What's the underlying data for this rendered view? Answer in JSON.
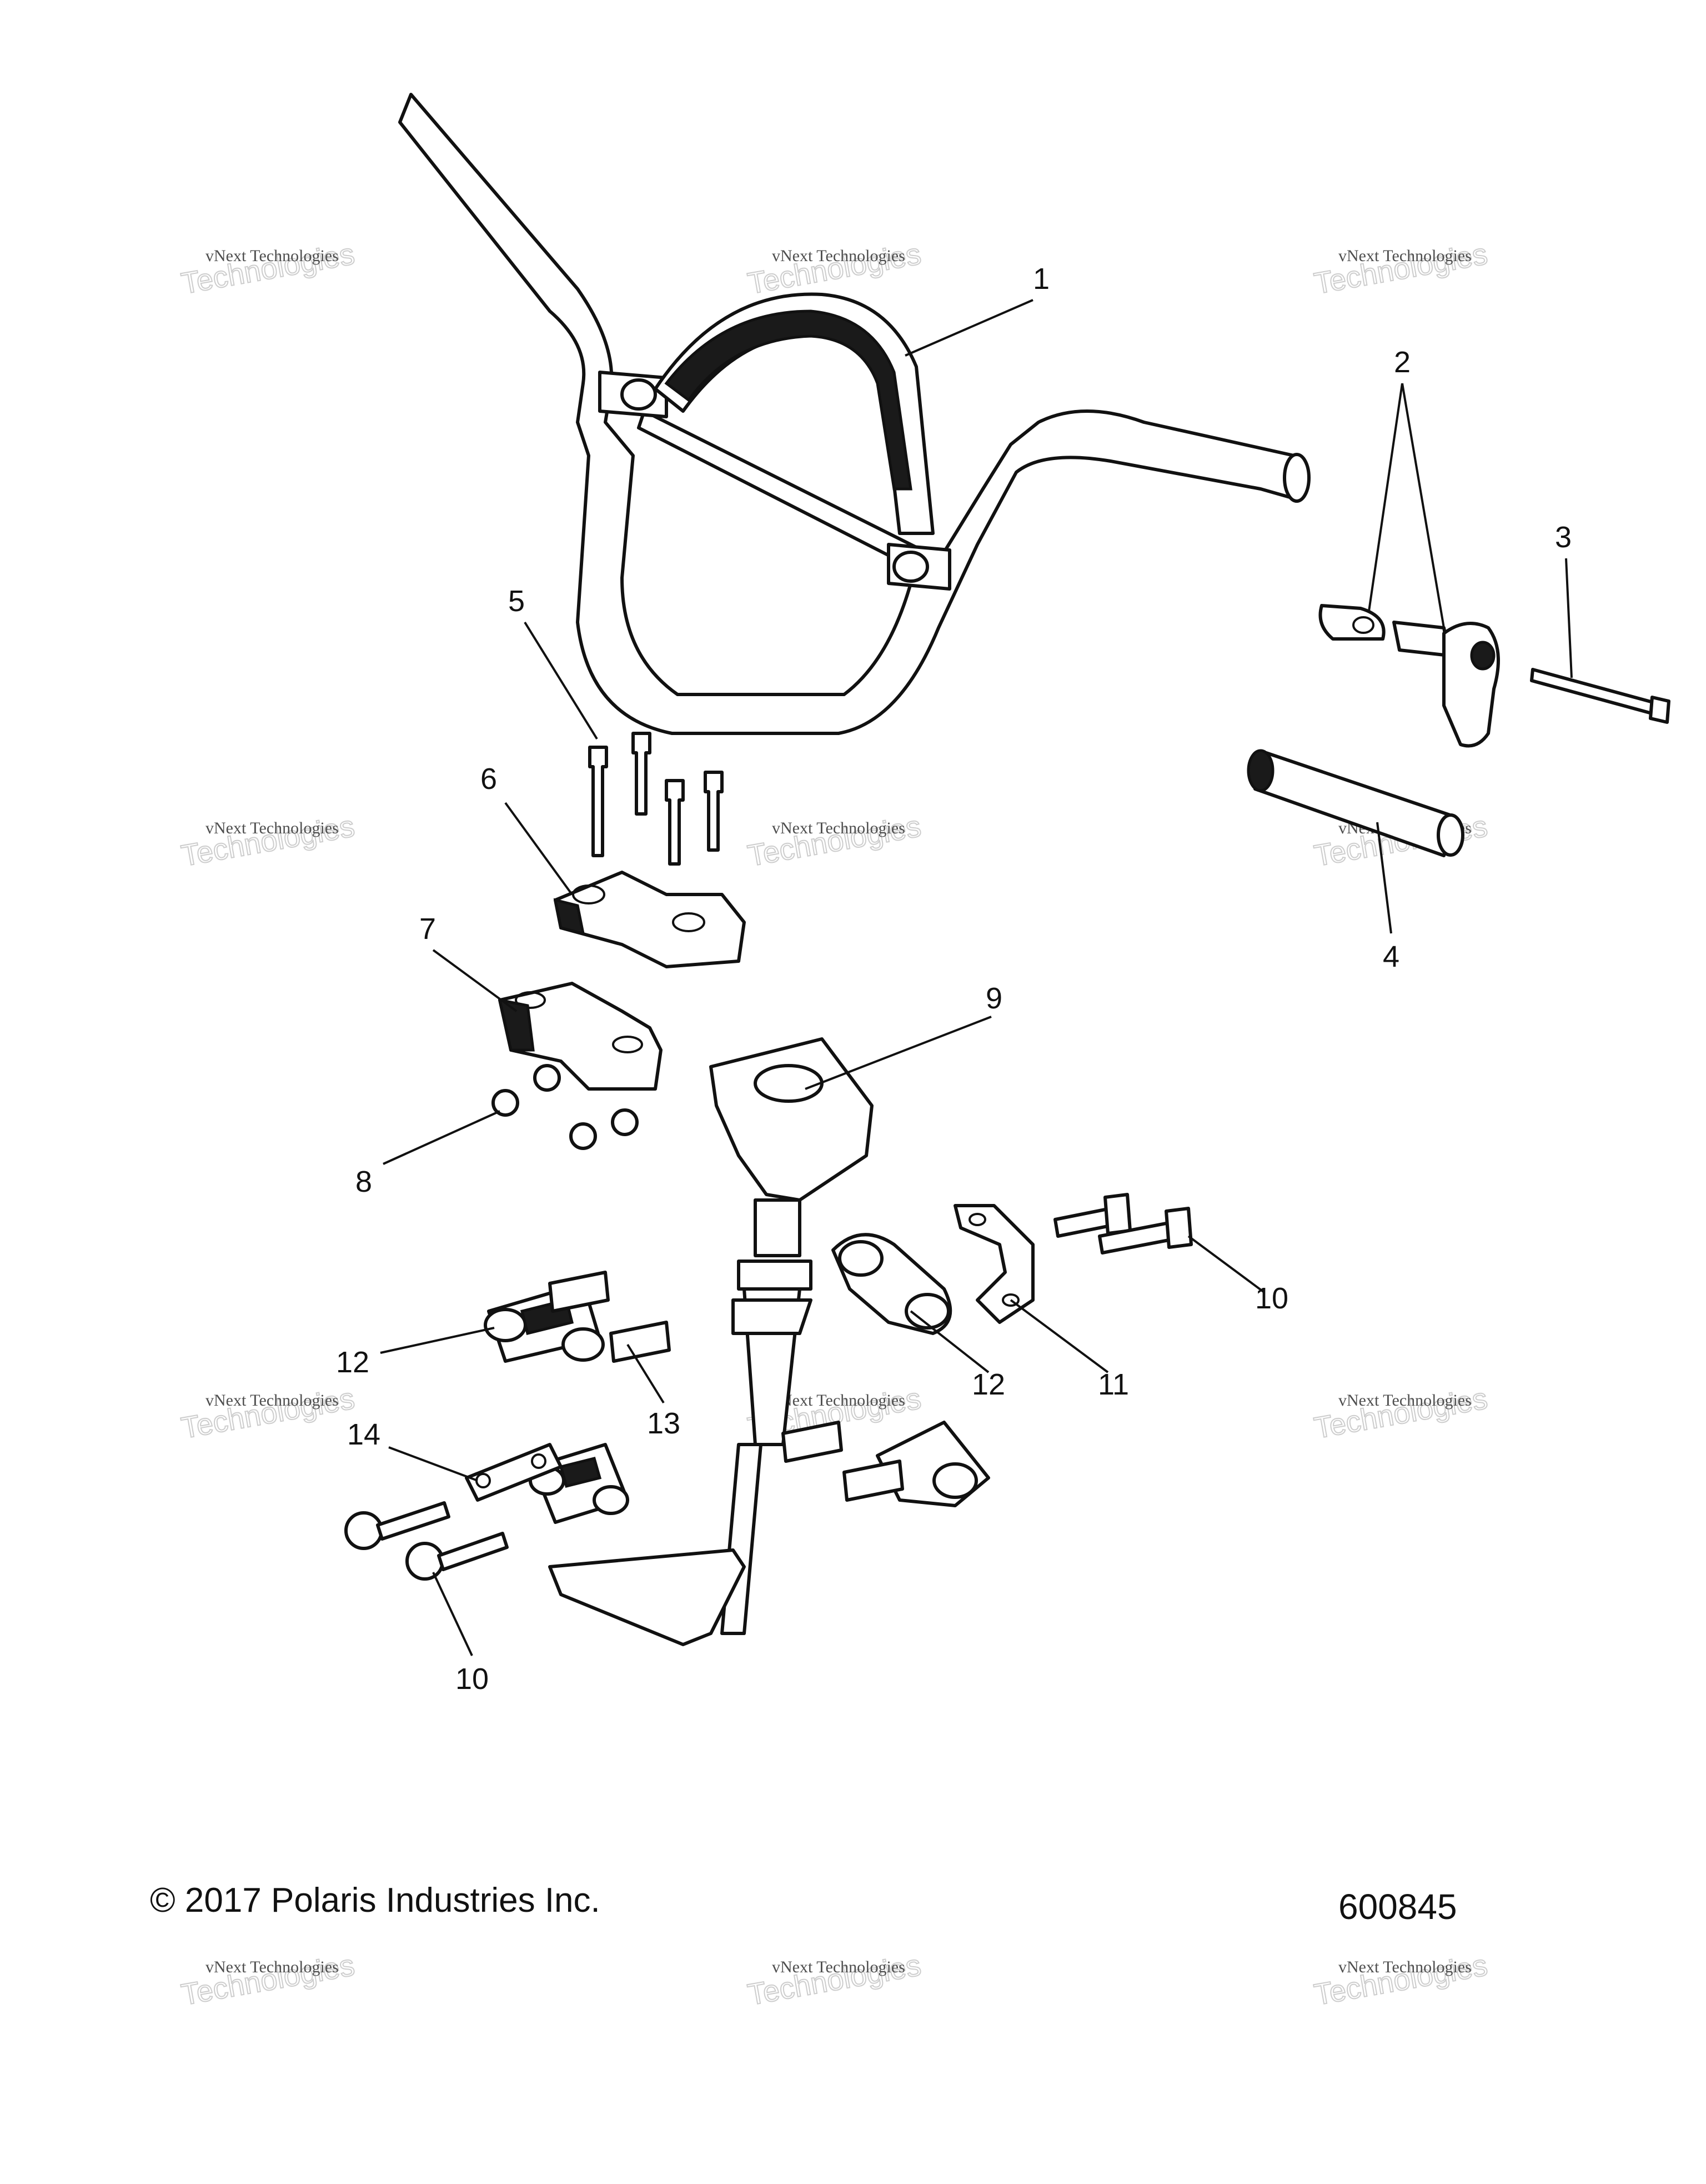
{
  "callouts": [
    "1",
    "2",
    "3",
    "4",
    "5",
    "6",
    "7",
    "8",
    "9",
    "10",
    "11",
    "12",
    "13",
    "14",
    "10",
    "12"
  ],
  "watermark": {
    "line1": "vNext Technologies",
    "line2": "Technologies",
    "line3": "vNext"
  },
  "footer": {
    "copyright": "© 2017 Polaris Industries Inc.",
    "figure_number": "600845"
  }
}
